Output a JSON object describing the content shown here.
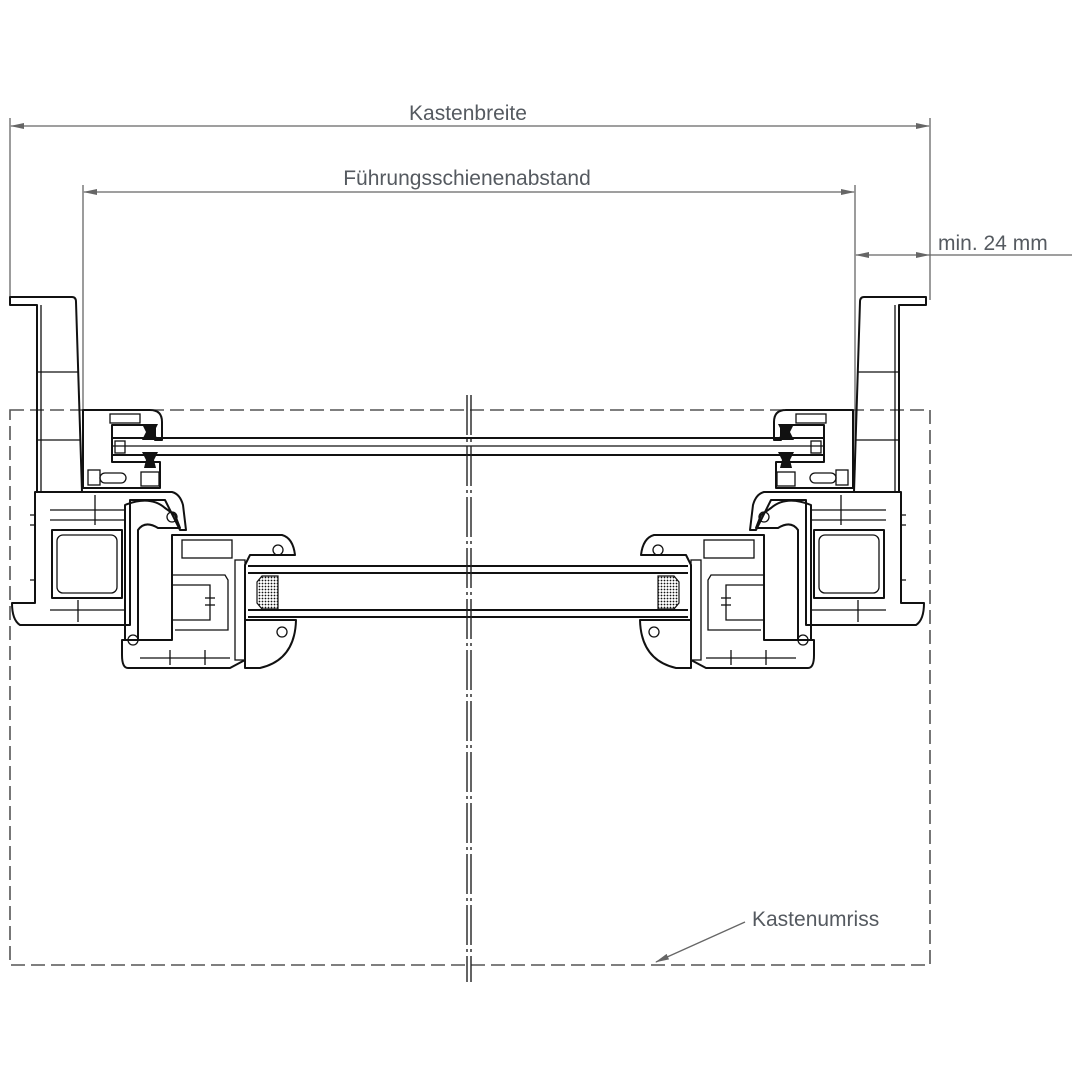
{
  "drawing": {
    "labels": {
      "box_width": "Kastenbreite",
      "guide_rail_distance": "Führungsschienenabstand",
      "min_offset": "min. 24 mm",
      "box_outline": "Kastenumriss"
    },
    "colors": {
      "line": "#111111",
      "dimension": "#666666",
      "text": "#555a60"
    }
  }
}
